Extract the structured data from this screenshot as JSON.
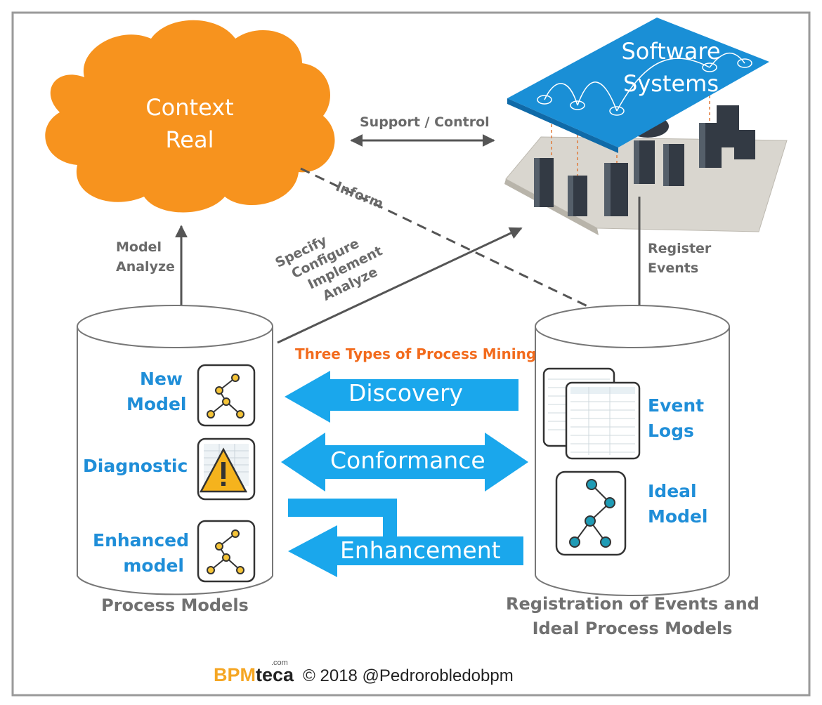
{
  "cloud": {
    "line1": "Context",
    "line2": "Real",
    "color": "#f7931e"
  },
  "software": {
    "line1": "Software",
    "line2": "Systems",
    "color": "#1a8fd6"
  },
  "arrows": {
    "support_control": "Support / Control",
    "inform": "Inform",
    "model_analyze": [
      "Model",
      "Analyze"
    ],
    "specify": [
      "Specify",
      "Configure",
      "Implement",
      "Analyze"
    ],
    "register": [
      "Register",
      "Events"
    ]
  },
  "mining": {
    "title": "Three Types of Process Mining",
    "discovery": "Discovery",
    "conformance": "Conformance",
    "enhancement": "Enhancement",
    "arrow_color": "#1aa7ec"
  },
  "left_db": {
    "items": [
      {
        "lines": [
          "New",
          "Model"
        ],
        "icon": "process-tree-icon"
      },
      {
        "lines": [
          "Diagnostic"
        ],
        "icon": "warning-triangle-icon"
      },
      {
        "lines": [
          "Enhanced",
          "model"
        ],
        "icon": "process-tree-icon"
      }
    ],
    "caption": "Process Models"
  },
  "right_db": {
    "items": [
      {
        "lines": [
          "Event",
          "Logs"
        ],
        "icon": "event-log-sheets-icon"
      },
      {
        "lines": [
          "Ideal",
          "Model"
        ],
        "icon": "ideal-model-tree-icon"
      }
    ],
    "caption": [
      "Registration of Events and",
      "Ideal Process Models"
    ]
  },
  "footer": {
    "brand_bpm": "BPM",
    "brand_teca": "teca",
    "brand_com": ".com",
    "text": "© 2018 @Pedrorobledobpm"
  }
}
